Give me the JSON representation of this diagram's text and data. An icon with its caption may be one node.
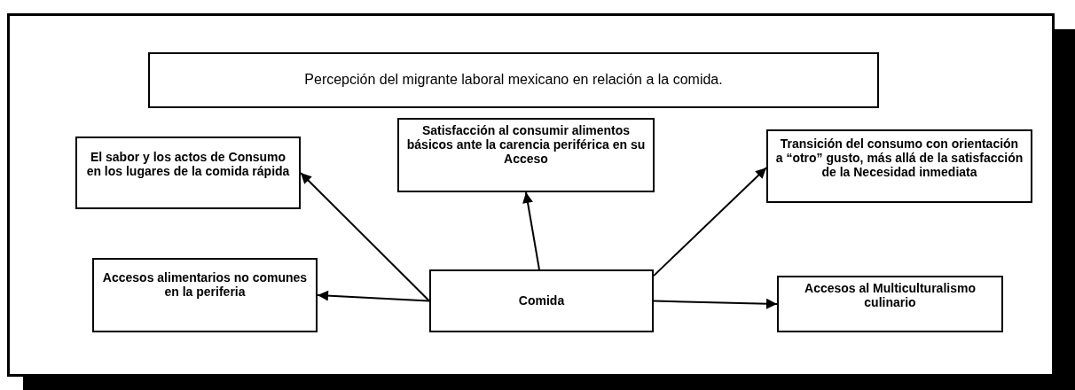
{
  "diagram": {
    "nodes": [
      {
        "text": [
          "Percepción del migrante laboral mexicano en relación a la comida."
        ]
      },
      {
        "text": [
          "El sabor y los actos de Consumo en los lugares de la comida rápida"
        ]
      },
      {
        "text": [
          "Satisfacción al consumir alimentos básicos ante la carencia periférica en su Acceso"
        ]
      },
      {
        "text": [
          "Transición del consumo con orientación a “otro” gusto, más allá de la satisfacción de la Necesidad inmediata"
        ]
      },
      {
        "text": [
          "Accesos alimentarios no comunes en la periferia"
        ]
      },
      {
        "text": [
          "Comida"
        ]
      },
      {
        "text": [
          "Accesos al Multiculturalismo culinario"
        ]
      }
    ],
    "edges": [
      {
        "from": 5,
        "to": 1,
        "arrow": "to"
      },
      {
        "from": 5,
        "to": 4,
        "arrow": "to"
      },
      {
        "from": 5,
        "to": 2,
        "arrow": "to"
      },
      {
        "from": 5,
        "to": 3,
        "arrow": "to"
      },
      {
        "from": 5,
        "to": 6,
        "arrow": "to"
      }
    ]
  }
}
